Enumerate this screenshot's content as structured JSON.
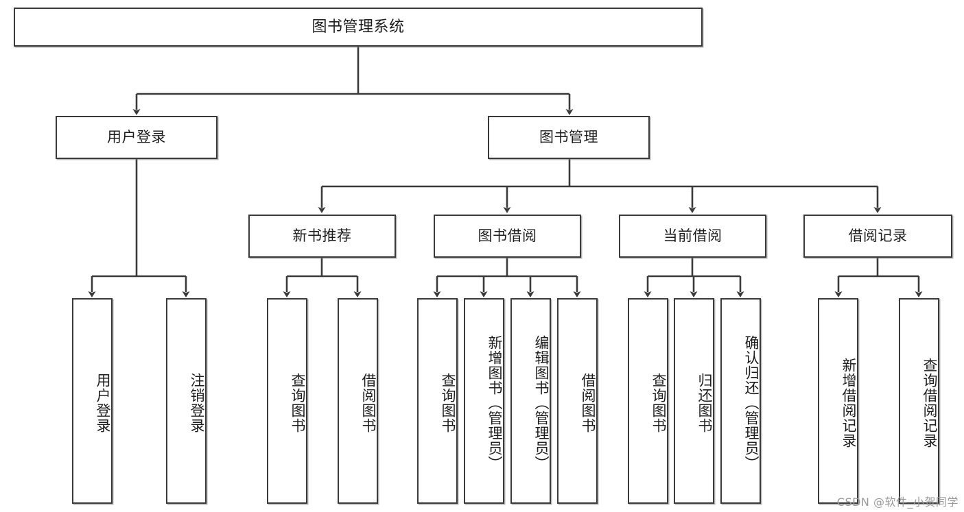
{
  "diagram": {
    "type": "tree-hierarchy",
    "title": "图书管理系统",
    "root": {
      "label": "图书管理系统"
    },
    "level2": [
      {
        "label": "用户登录"
      },
      {
        "label": "图书管理"
      }
    ],
    "level3": [
      {
        "label": "新书推荐"
      },
      {
        "label": "图书借阅"
      },
      {
        "label": "当前借阅"
      },
      {
        "label": "借阅记录"
      }
    ],
    "leaves": {
      "user_login": [
        {
          "label": "用户登录"
        },
        {
          "label": "注销登录"
        }
      ],
      "new_book_recommend": [
        {
          "label": "查询图书"
        },
        {
          "label": "借阅图书"
        }
      ],
      "book_borrow": [
        {
          "label": "查询图书"
        },
        {
          "label": "新增图书（管理员）"
        },
        {
          "label": "编辑图书（管理员）"
        },
        {
          "label": "借阅图书"
        }
      ],
      "current_borrow": [
        {
          "label": "查询图书"
        },
        {
          "label": "归还图书"
        },
        {
          "label": "确认归还（管理员）"
        }
      ],
      "borrow_record": [
        {
          "label": "新增借阅记录"
        },
        {
          "label": "查询借阅记录"
        }
      ]
    }
  },
  "watermark": {
    "text": "CSDN @软件_小贺同学"
  },
  "colors": {
    "border": "#3a3a3a",
    "text": "#1d1d1d",
    "background": "#ffffff",
    "watermark": "#9a9a9a"
  }
}
